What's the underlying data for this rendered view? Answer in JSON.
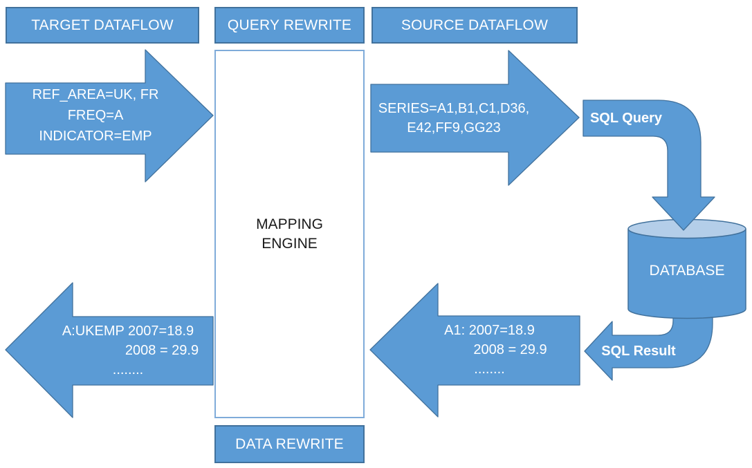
{
  "colors": {
    "accent": "#5b9bd5",
    "accent_border": "#41719c",
    "cylinder_top": "#b4cee9",
    "engine_border": "#7fabd9",
    "text_on_blue": "#ffffff",
    "text_dark": "#1a1a1a"
  },
  "boxes": {
    "target_dataflow": "TARGET DATAFLOW",
    "query_rewrite": "QUERY REWRITE",
    "source_dataflow": "SOURCE DATAFLOW",
    "data_rewrite": "DATA REWRITE"
  },
  "engine": {
    "line1": "MAPPING",
    "line2": "ENGINE"
  },
  "database": {
    "label": "DATABASE"
  },
  "flows": {
    "target_query": {
      "lines": [
        "REF_AREA=UK, FR",
        "FREQ=A",
        "INDICATOR=EMP"
      ]
    },
    "source_series": {
      "lines": [
        "SERIES=A1,B1,C1,D36,",
        "E42,FF9,GG23"
      ]
    },
    "sql_query_label": "SQL Query",
    "sql_result_label": "SQL Result",
    "db_result": {
      "lines": [
        "A1: 2007=18.9",
        "2008 = 29.9",
        "........"
      ]
    },
    "final_output": {
      "lines": [
        "A:UKEMP 2007=18.9",
        "2008 = 29.9",
        "........"
      ]
    }
  }
}
